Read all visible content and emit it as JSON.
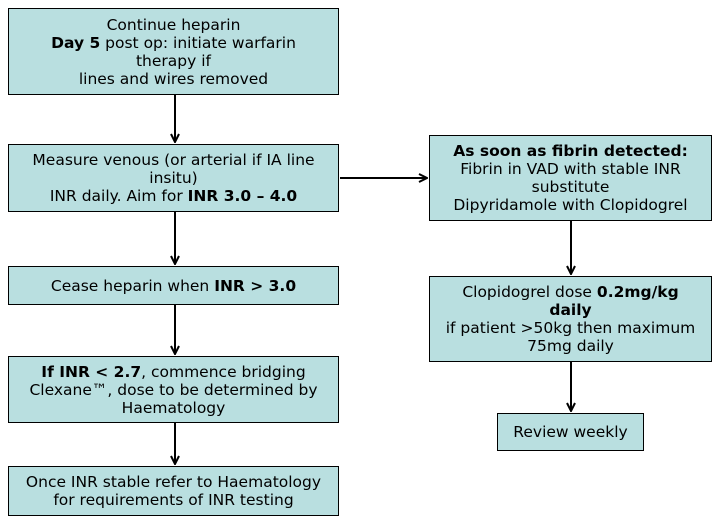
{
  "nodes": {
    "continue_heparin": {
      "line1": "Continue heparin",
      "line2_bold": "Day 5",
      "line2_rest": " post op: initiate warfarin",
      "line3": "therapy if",
      "line4": "lines and wires removed"
    },
    "measure_inr": {
      "line1": "Measure venous (or arterial if IA line",
      "line2": "insitu)",
      "line3_text": "INR daily. Aim for ",
      "line3_bold": "INR 3.0 – 4.0"
    },
    "cease_heparin": {
      "text": "Cease heparin when ",
      "bold": "INR > 3.0"
    },
    "bridging": {
      "line1_bold": "If INR < 2.7",
      "line1_rest": ", commence bridging",
      "line2": "Clexane™, dose to be determined by",
      "line3": "Haematology"
    },
    "refer": {
      "line1": "Once INR stable refer to Haematology",
      "line2": "for requirements of INR testing"
    },
    "fibrin": {
      "line1_bold": "As soon as fibrin detected:",
      "line2": "Fibrin in VAD with stable INR",
      "line3": "substitute",
      "line4": "Dipyridamole with Clopidogrel"
    },
    "clopidogrel": {
      "line1_text": "Clopidogrel dose ",
      "line1_bold": "0.2mg/kg",
      "line2_bold": "daily",
      "line3": "if patient >50kg then maximum",
      "line4": "75mg daily"
    },
    "review": {
      "text": "Review weekly"
    }
  }
}
